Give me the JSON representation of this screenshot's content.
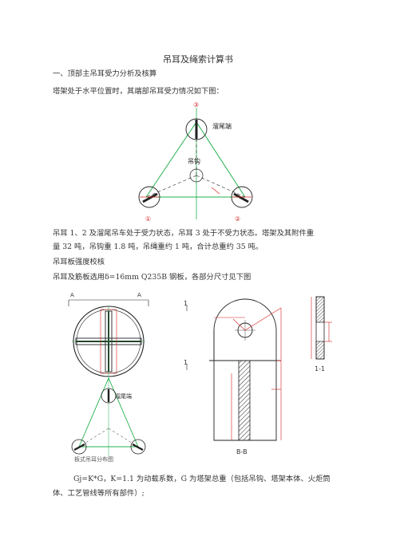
{
  "doc": {
    "title": "吊耳及绳索计算书",
    "section1": "一、顶部主吊耳受力分析及核算",
    "intro": "塔架处于水平位置时，其端部吊耳受力情况如下图：",
    "para1_line1": "吊耳 1、2 及溜尾吊车处于受力状态，吊耳 3 处于不受力状态。塔架及其附件重",
    "para1_line2": "量 32 吨，吊钩重 1.8 吨，吊绳重约 1 吨，合计总重约 35 吨。",
    "para2": "吊耳板强度校核",
    "para3": "吊耳及筋板选用δ=16mm Q235B 钢板，各部分尺寸见下图",
    "formula_line1": "Gj=K*G，K=1.1 为动载系数，G 为塔架总重（包括吊钩、塔架本体、火炬筒",
    "formula_line2": "体、工艺管线等所有部件）;"
  },
  "fig1": {
    "label_top": "③",
    "label_left": "①",
    "label_right": "②",
    "label_hook": "吊钩",
    "label_tail": "溜尾端"
  },
  "fig2": {
    "caption": "板式吊耳分布图",
    "label_a_left": "A",
    "label_a_right": "A",
    "label_tail": "溜尾端",
    "label_1_top": "1",
    "label_1_bot": "1",
    "label_bb": "B-B",
    "label_11": "1-1"
  },
  "colors": {
    "green": "#22b14c",
    "red": "#d62020",
    "dark": "#222222"
  }
}
